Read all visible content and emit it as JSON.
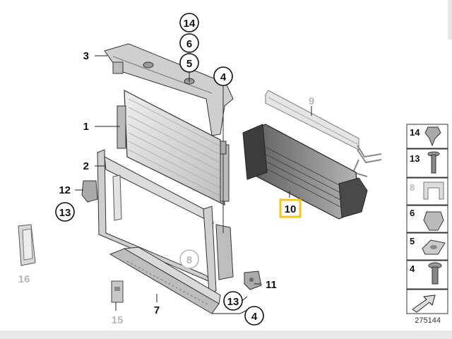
{
  "callouts": {
    "c1": "1",
    "c2": "2",
    "c3": "3",
    "c4_top": "4",
    "c5": "5",
    "c6": "6",
    "c7": "7",
    "c8": "8",
    "c9": "9",
    "c10": "10",
    "c11": "11",
    "c12": "12",
    "c13_left": "13",
    "c13_bottom": "13",
    "c14": "14",
    "c15": "15",
    "c16": "16",
    "c4_bottom": "4"
  },
  "legend": {
    "items": [
      "14",
      "13",
      "8",
      "6",
      "5",
      "4"
    ],
    "doc_number": "275144"
  },
  "colors": {
    "highlight": "#f5c518",
    "faded_label": "#b8b8b8",
    "part_fill": "#d4d4d4",
    "part_stroke": "#333333"
  }
}
